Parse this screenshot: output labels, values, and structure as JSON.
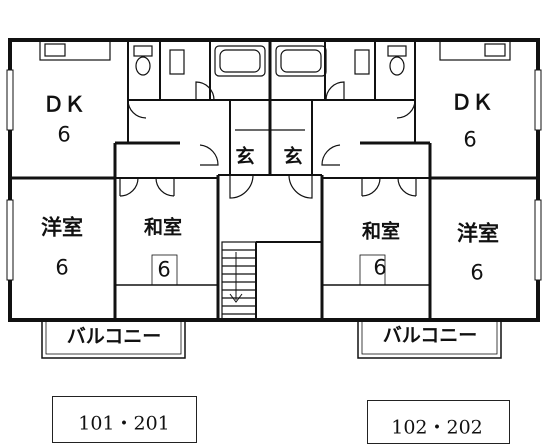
{
  "units": [
    {
      "dk": {
        "label": "ＤＫ",
        "size": "6"
      },
      "western": {
        "label": "洋室",
        "size": "6"
      },
      "japanese": {
        "label": "和室",
        "size": "6"
      },
      "entrance": "玄",
      "balcony": "バルコニー",
      "number": "101・201"
    },
    {
      "dk": {
        "label": "ＤＫ",
        "size": "6"
      },
      "western": {
        "label": "洋室",
        "size": "6"
      },
      "japanese": {
        "label": "和室",
        "size": "6"
      },
      "entrance": "玄",
      "balcony": "バルコニー",
      "number": "102・202"
    }
  ]
}
